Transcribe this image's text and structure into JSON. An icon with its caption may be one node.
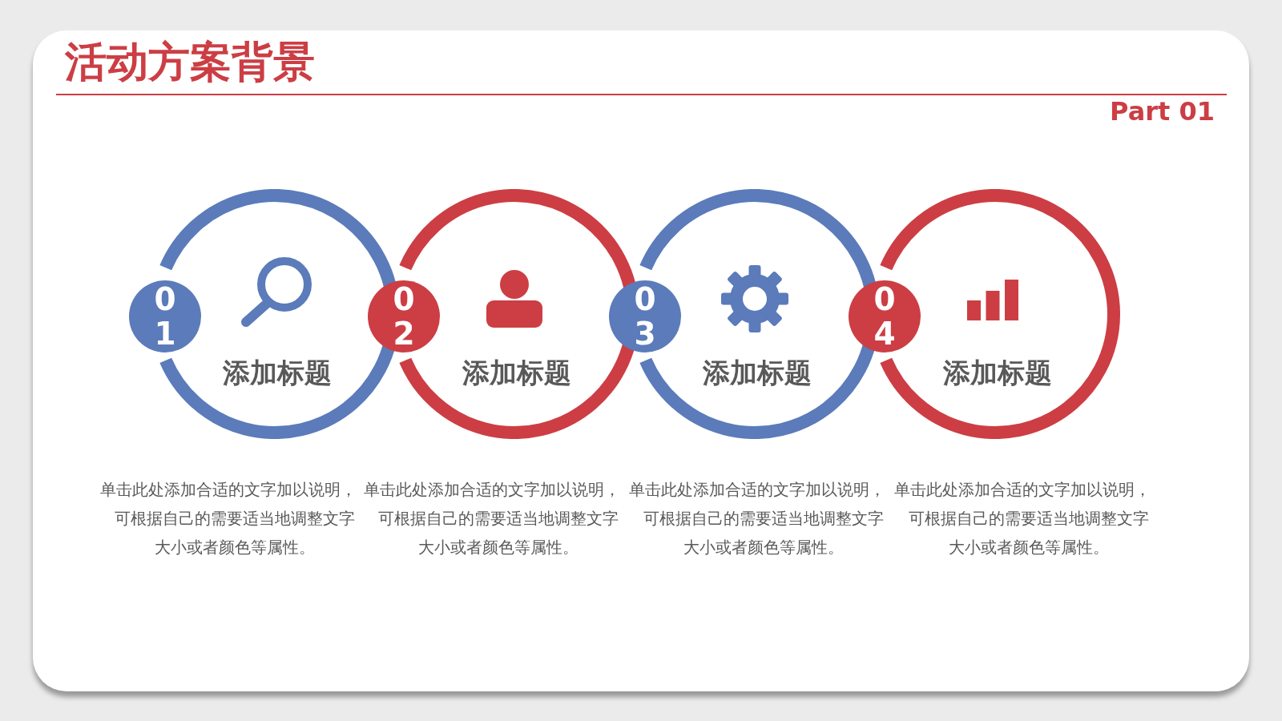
{
  "diagram": {
    "title": "活动方案背景",
    "nodes": [
      {
        "text": [
          "01"
        ]
      },
      {
        "text": [
          "添加标题"
        ],
        "beside": [
          "单击此处添加合适的文字加以说明，可根据自己的需要适当地调整文字大小或者颜色等属性。"
        ]
      },
      {
        "text": [
          "02"
        ]
      },
      {
        "text": [
          "添加标题"
        ],
        "beside": [
          "单击此处添加合适的文字加以说明，可根据自己的需要适当地调整文字大小或者颜色等属性。"
        ]
      },
      {
        "text": [
          "03"
        ]
      },
      {
        "text": [
          "添加标题"
        ],
        "beside": [
          "单击此处添加合适的文字加以说明，可根据自己的需要适当地调整文字大小或者颜色等属性。"
        ]
      },
      {
        "text": [
          "04"
        ]
      },
      {
        "text": [
          "添加标题"
        ],
        "beside": [
          "单击此处添加合适的文字加以说明，可根据自己的需要适当地调整文字大小或者颜色等属性。"
        ]
      }
    ],
    "labels": [
      "Part 01"
    ]
  }
}
